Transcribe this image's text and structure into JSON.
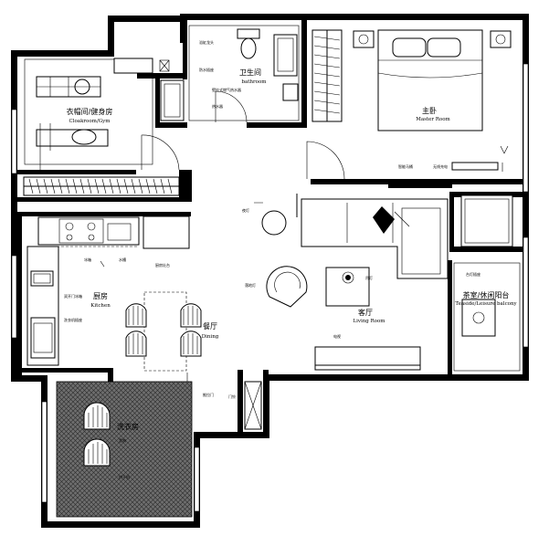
{
  "rooms": {
    "cloakroom": {
      "cn": "衣帽间/健身房",
      "en": "Cloakroom/Gym"
    },
    "bathroom": {
      "cn": "卫生间",
      "en": "bathroom"
    },
    "master": {
      "cn": "主卧",
      "en": "Master Room"
    },
    "kitchen": {
      "cn": "厨房",
      "en": "Kitchen"
    },
    "dining": {
      "cn": "餐厅",
      "en": "Dining"
    },
    "living": {
      "cn": "客厅",
      "en": "Living Room"
    },
    "balcony": {
      "cn": "茶室/休闲阳台",
      "en": "Teaside/Leisure balcony"
    },
    "laundry": {
      "cn": "洗衣房"
    }
  },
  "notes": {
    "n1": "浴缸龙头",
    "n2": "防水插座",
    "n3": "智能马桶",
    "n4": "无线充电",
    "n5": "台灯插座",
    "n6": "夜灯",
    "n7": "电视",
    "n8": "冰箱",
    "n9": "水槽",
    "n10": "厨房灶台",
    "n11": "壁挂式燃气热水器",
    "n12": "热水器",
    "n13": "双开门冰箱",
    "n14": "推拉门",
    "n15": "落地灯",
    "n16": "吊灯",
    "n17": "门铃",
    "n18": "洗衣机插座",
    "n19": "音响",
    "n20": "烘干机"
  },
  "colors": {
    "ink": "#000000",
    "paper": "#ffffff",
    "tile": "#7a7a7a"
  }
}
